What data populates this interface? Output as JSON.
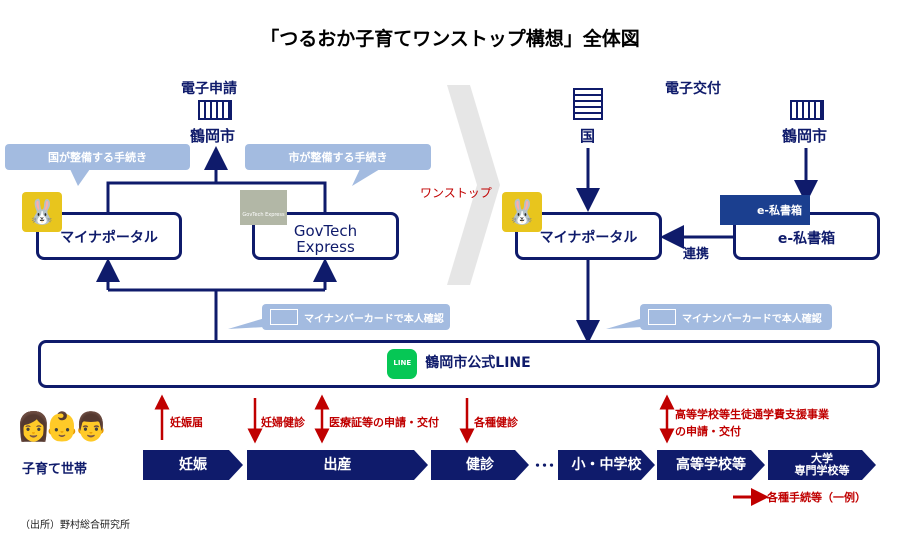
{
  "title": "「つるおか子育てワンストップ構想」全体図",
  "left": {
    "heading": "電子申請",
    "city": "鶴岡市",
    "callout_national": "国が整備する手続き",
    "callout_city": "市が整備する手続き",
    "mynaportal": "マイナポータル",
    "govtech_line1": "GovTech",
    "govtech_line2": "Express",
    "govtech_logo": "GovTech Express",
    "id_check": "マイナンバーカードで本人確認"
  },
  "onestop": "ワンストップ",
  "right": {
    "heading": "電子交付",
    "national": "国",
    "city": "鶴岡市",
    "mynaportal": "マイナポータル",
    "eshishobako": "e-私書箱",
    "eshishobako_badge": "e-私書箱",
    "link": "連携",
    "id_check": "マイナンバーカードで本人確認"
  },
  "line_bar": {
    "label": "鶴岡市公式LINE",
    "icon_text": "LINE"
  },
  "household": "子育て世帯",
  "stages": [
    {
      "label": "妊娠"
    },
    {
      "label": "出産"
    },
    {
      "label": "健診"
    },
    {
      "label": "小・中学校"
    },
    {
      "label": "高等学校等"
    },
    {
      "label_line1": "大学",
      "label_line2": "専門学校等"
    }
  ],
  "ellipsis": "・・・",
  "procedures": [
    {
      "label": "妊娠届",
      "direction": "up"
    },
    {
      "label": "妊婦健診",
      "direction": "down"
    },
    {
      "label": "医療証等の申請・交付",
      "direction": "both"
    },
    {
      "label": "各種健診",
      "direction": "down"
    },
    {
      "label_line1": "高等学校等生徒通学費支援事業",
      "label_line2": "の申請・交付",
      "direction": "both"
    }
  ],
  "legend": "各種手続等（一例）",
  "source": "（出所）野村総合研究所",
  "colors": {
    "navy": "#0f1b6b",
    "callout": "#a3bbe0",
    "red": "#c00000"
  }
}
